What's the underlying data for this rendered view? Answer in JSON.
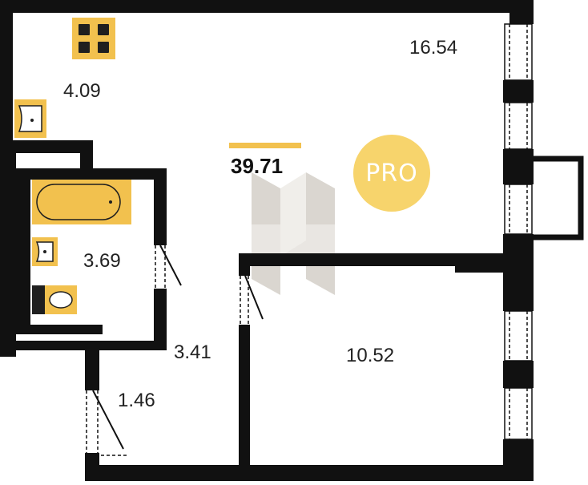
{
  "rooms": [
    {
      "id": "living",
      "area": "16.54"
    },
    {
      "id": "kitchen-entry",
      "area": "4.09"
    },
    {
      "id": "bathroom",
      "area": "3.69"
    },
    {
      "id": "hallway",
      "area": "3.41"
    },
    {
      "id": "wardrobe",
      "area": "1.46"
    },
    {
      "id": "bedroom",
      "area": "10.52"
    }
  ],
  "total_area": "39.71",
  "badge": "PRO",
  "colors": {
    "wall": "#111111",
    "fixture": "#f2c14e",
    "fixture_dark": "#1f1f1f",
    "badge_bg": "#f7d46c",
    "total_bar": "#f2c14e",
    "watermark": "#cfcac2"
  }
}
